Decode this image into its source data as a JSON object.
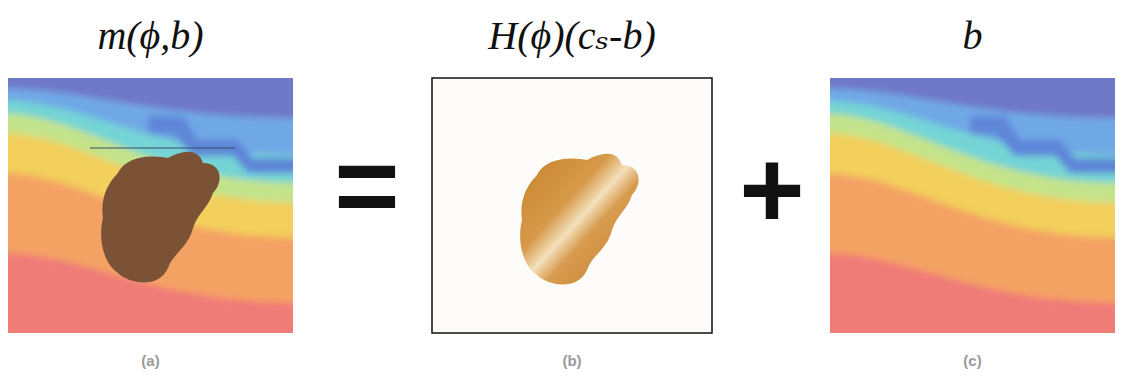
{
  "diagram": {
    "nodes": [
      {
        "text": [
          "m(ϕ,b)",
          "(a)"
        ]
      },
      {
        "text": [
          "H(ϕ)(cₛ-b)",
          "(b)"
        ]
      },
      {
        "text": [
          "b",
          "(c)"
        ]
      }
    ],
    "labels": [
      "=",
      "+"
    ]
  }
}
